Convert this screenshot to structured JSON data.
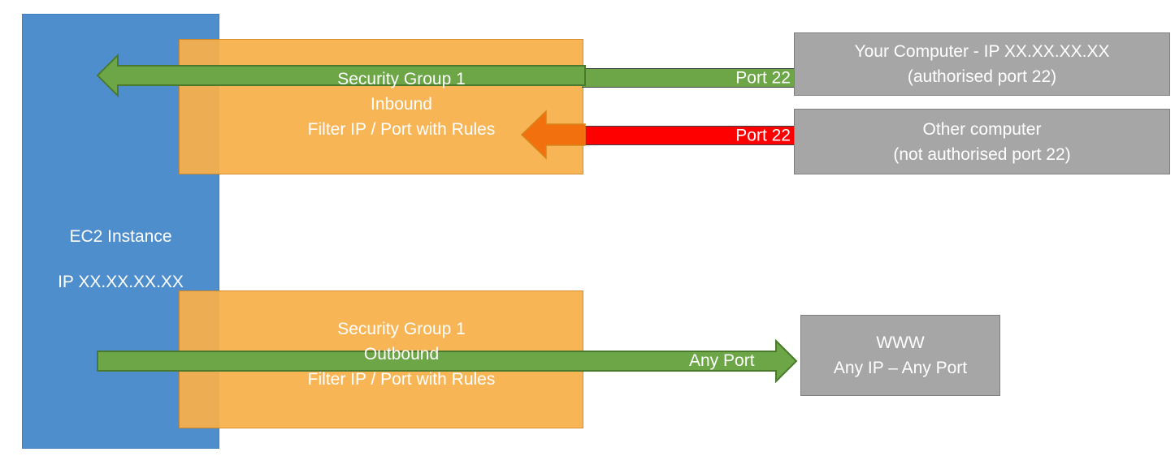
{
  "diagram": {
    "title": "AWS EC2 Security Group inbound and outbound traffic filtering",
    "colors": {
      "ec2_blue": "#4E8ECC",
      "security_group_orange": "#F8B04A",
      "allowed_green": "#6CA646",
      "blocked_red": "#FF0000",
      "blocked_arrow_orange": "#F3700F",
      "external_gray": "#A6A6A6",
      "text_white": "#FFFFFF"
    }
  },
  "ec2": {
    "line1": "EC2 Instance",
    "line2": "IP XX.XX.XX.XX"
  },
  "security_groups": [
    {
      "id": "inbound",
      "name": "Security Group 1",
      "direction": "Inbound",
      "rule": "Filter IP / Port with Rules"
    },
    {
      "id": "outbound",
      "name": "Security Group 1",
      "direction": "Outbound",
      "rule": "Filter IP / Port with Rules"
    }
  ],
  "connections": [
    {
      "id": "allowed-inbound",
      "label": "Port 22",
      "status": "allowed",
      "color": "#6CA646",
      "direction": "inbound"
    },
    {
      "id": "blocked-inbound",
      "label": "Port 22",
      "status": "blocked",
      "color": "#FF0000",
      "direction": "inbound"
    },
    {
      "id": "allowed-outbound",
      "label": "Any Port",
      "status": "allowed",
      "color": "#6CA646",
      "direction": "outbound"
    }
  ],
  "external_nodes": [
    {
      "id": "your-computer",
      "line1": "Your Computer - IP XX.XX.XX.XX",
      "line2": "(authorised port 22)"
    },
    {
      "id": "other-computer",
      "line1": "Other computer",
      "line2": "(not authorised port 22)"
    },
    {
      "id": "www",
      "line1": "WWW",
      "line2": "Any IP – Any Port"
    }
  ]
}
